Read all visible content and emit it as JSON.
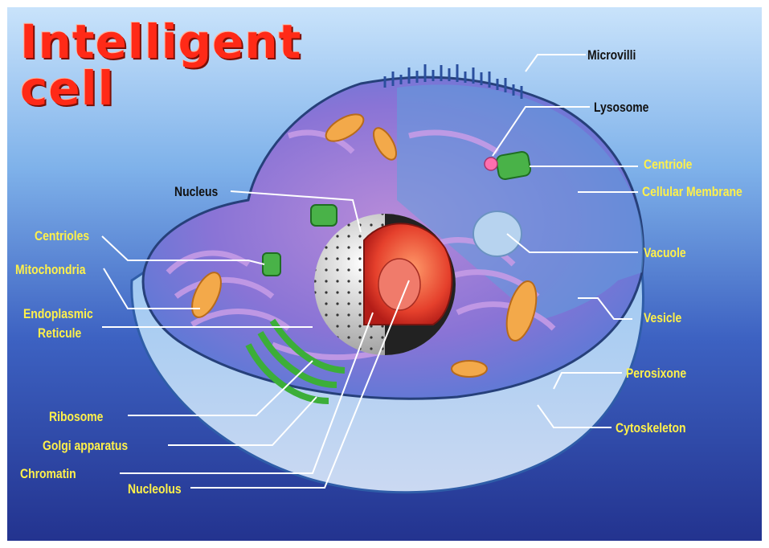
{
  "title": {
    "line1": "Intelligent",
    "line2": "cell"
  },
  "labels": {
    "microvilli": "Microvilli",
    "lysosome": "Lysosome",
    "centriole": "Centriole",
    "cellular_membrane": "Cellular Membrane",
    "nucleus": "Nucleus",
    "centrioles": "Centrioles",
    "mitochondria": "Mitochondria",
    "endoplasmic_1": "Endoplasmic",
    "endoplasmic_2": "Reticule",
    "vacuole": "Vacuole",
    "vesicle": "Vesicle",
    "perosixone": "Perosixone",
    "cytoskeleton": "Cytoskeleton",
    "ribosome": "Ribosome",
    "golgi": "Golgi apparatus",
    "chromatin": "Chromatin",
    "nucleolus": "Nucleolus"
  },
  "colors": {
    "label": "#fff14a",
    "label_dark": "#111111",
    "title": "#ff2a17"
  }
}
